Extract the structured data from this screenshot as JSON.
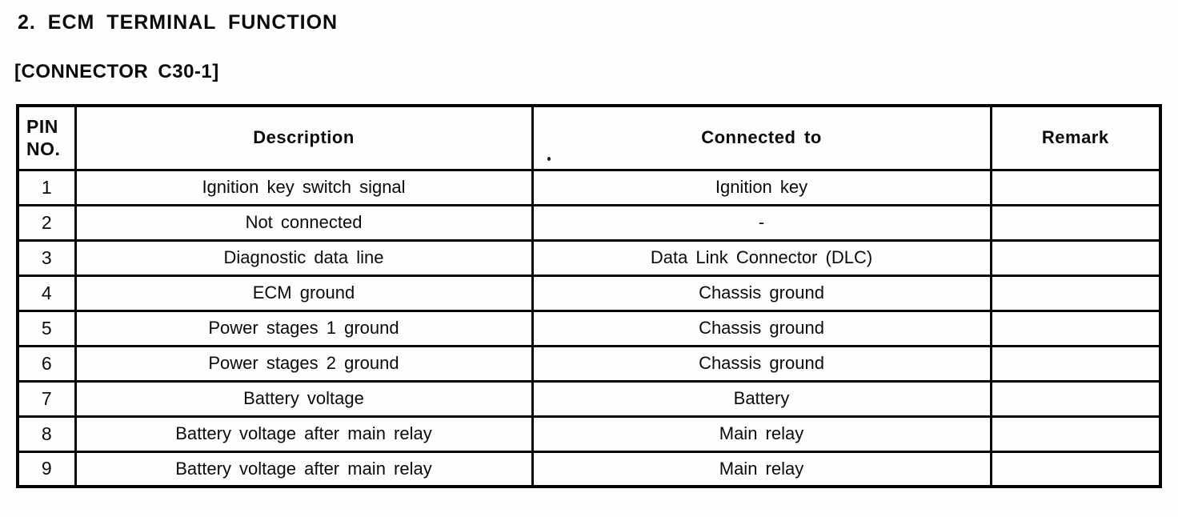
{
  "page": {
    "title": "2. ECM TERMINAL FUNCTION",
    "subtitle": "[CONNECTOR C30-1]"
  },
  "table": {
    "headers": {
      "pin": "PIN\nNO.",
      "description": "Description",
      "connected_to": "Connected to",
      "remark": "Remark"
    },
    "rows": [
      {
        "pin": "1",
        "description": "Ignition key switch signal",
        "connected_to": "Ignition key",
        "remark": ""
      },
      {
        "pin": "2",
        "description": "Not connected",
        "connected_to": "-",
        "remark": ""
      },
      {
        "pin": "3",
        "description": "Diagnostic data line",
        "connected_to": "Data Link Connector (DLC)",
        "remark": ""
      },
      {
        "pin": "4",
        "description": "ECM ground",
        "connected_to": "Chassis ground",
        "remark": ""
      },
      {
        "pin": "5",
        "description": "Power stages 1 ground",
        "connected_to": "Chassis ground",
        "remark": ""
      },
      {
        "pin": "6",
        "description": "Power stages 2 ground",
        "connected_to": "Chassis ground",
        "remark": ""
      },
      {
        "pin": "7",
        "description": "Battery voltage",
        "connected_to": "Battery",
        "remark": ""
      },
      {
        "pin": "8",
        "description": "Battery voltage after main relay",
        "connected_to": "Main relay",
        "remark": ""
      },
      {
        "pin": "9",
        "description": "Battery voltage after main relay",
        "connected_to": "Main relay",
        "remark": ""
      }
    ]
  }
}
